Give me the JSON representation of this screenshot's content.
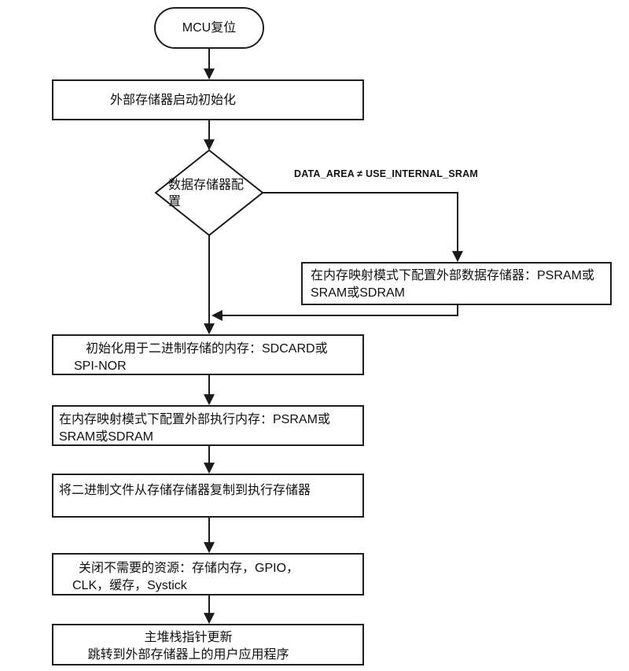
{
  "flowchart": {
    "start": {
      "label": "MCU复位"
    },
    "boxes": {
      "init": {
        "line1": "外部存储器启动初始化"
      },
      "decision": {
        "label": "数据存储器配置"
      },
      "config_data_memory": {
        "line1": "在内存映射模式下配置外部数据存储器：PSRAM或",
        "line2": "SRAM或SDRAM"
      },
      "init_binary_storage": {
        "line1": "初始化用于二进制存储的内存：SDCARD或",
        "line2": "SPI-NOR"
      },
      "config_exec_memory": {
        "line1": "在内存映射模式下配置外部执行内存：PSRAM或",
        "line2": "SRAM或SDRAM"
      },
      "copy_binary": {
        "line1": "将二进制文件从存储存储器复制到执行存储器"
      },
      "close_resources": {
        "line1": "关闭不需要的资源：存储内存，GPIO，",
        "line2": "CLK，缓存，Systick"
      },
      "jump_app": {
        "line1": "主堆栈指针更新",
        "line2": "跳转到外部存储器上的用户应用程序"
      }
    },
    "edge_labels": {
      "decision_branch": "DATA_AREA ≠ USE_INTERNAL_SRAM"
    },
    "colors": {
      "line": "#1a1a1a",
      "text": "#111111",
      "background": "#ffffff"
    }
  }
}
